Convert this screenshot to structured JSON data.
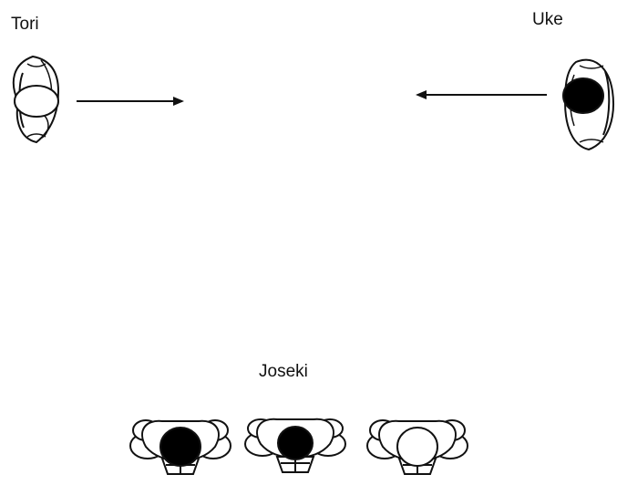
{
  "diagram": {
    "labels": {
      "tori": "Tori",
      "uke": "Uke",
      "joseki": "Joseki"
    },
    "figures": [
      {
        "role": "tori",
        "view": "top",
        "facing": "right",
        "head": "open"
      },
      {
        "role": "uke",
        "view": "top",
        "facing": "left",
        "head": "filled"
      }
    ],
    "arrows": [
      {
        "from": "tori",
        "direction": "right"
      },
      {
        "from": "uke",
        "direction": "left"
      }
    ],
    "joseki_figures": [
      {
        "view": "seated-from-behind",
        "head": "filled"
      },
      {
        "view": "seated-from-behind",
        "head": "filled"
      },
      {
        "view": "seated-from-behind",
        "head": "open"
      }
    ],
    "colors": {
      "ink": "#111111",
      "fill": "#000000",
      "paper": "#ffffff"
    }
  }
}
